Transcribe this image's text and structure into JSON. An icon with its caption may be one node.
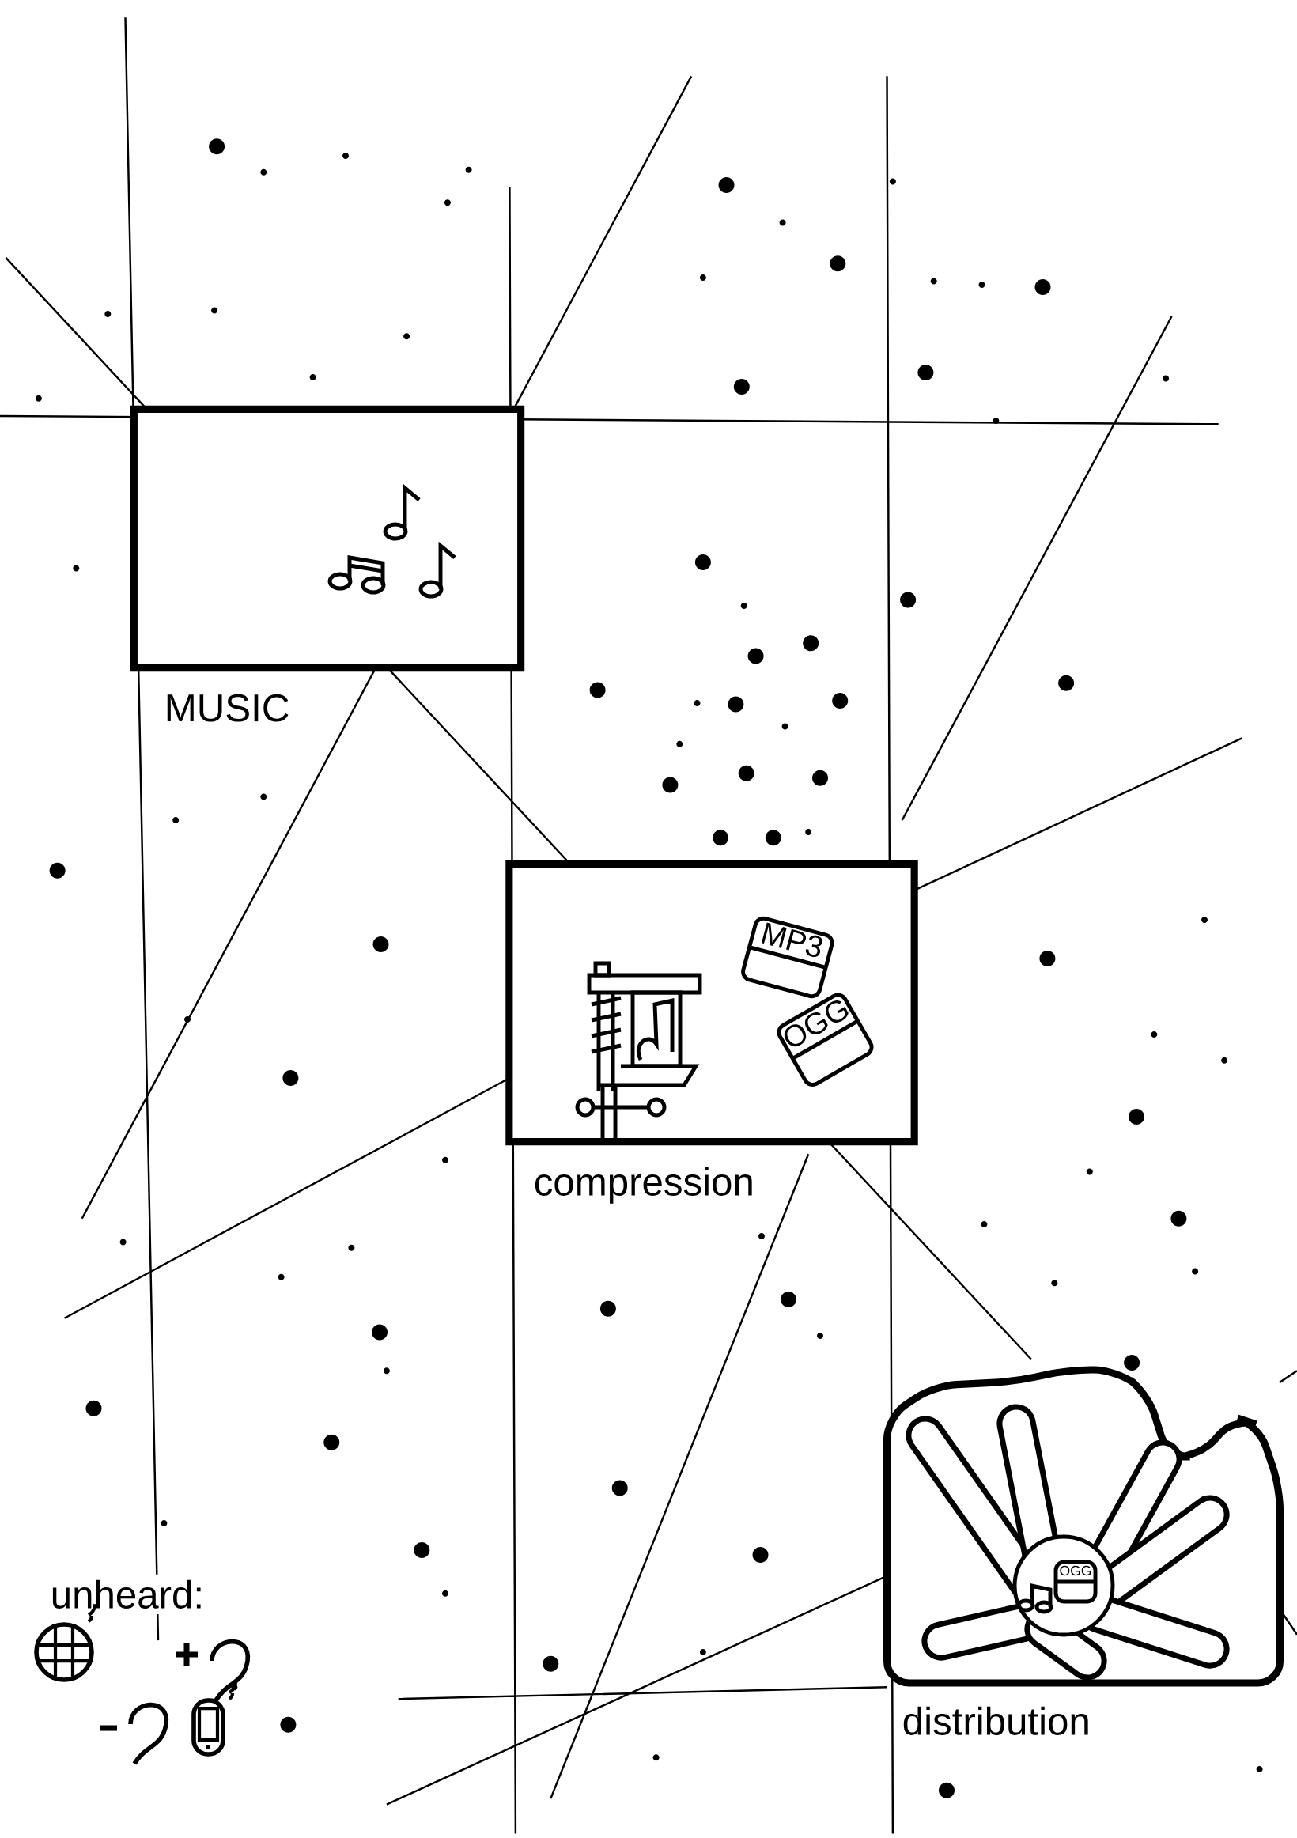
{
  "diagram": {
    "nodes": [
      {
        "text": [
          "MUSIC"
        ]
      },
      {
        "text": [
          "compression"
        ]
      },
      {
        "text": [
          "distribution"
        ]
      }
    ],
    "labels": [
      "MP3",
      "OGG",
      "OGG",
      "unheard:"
    ]
  }
}
